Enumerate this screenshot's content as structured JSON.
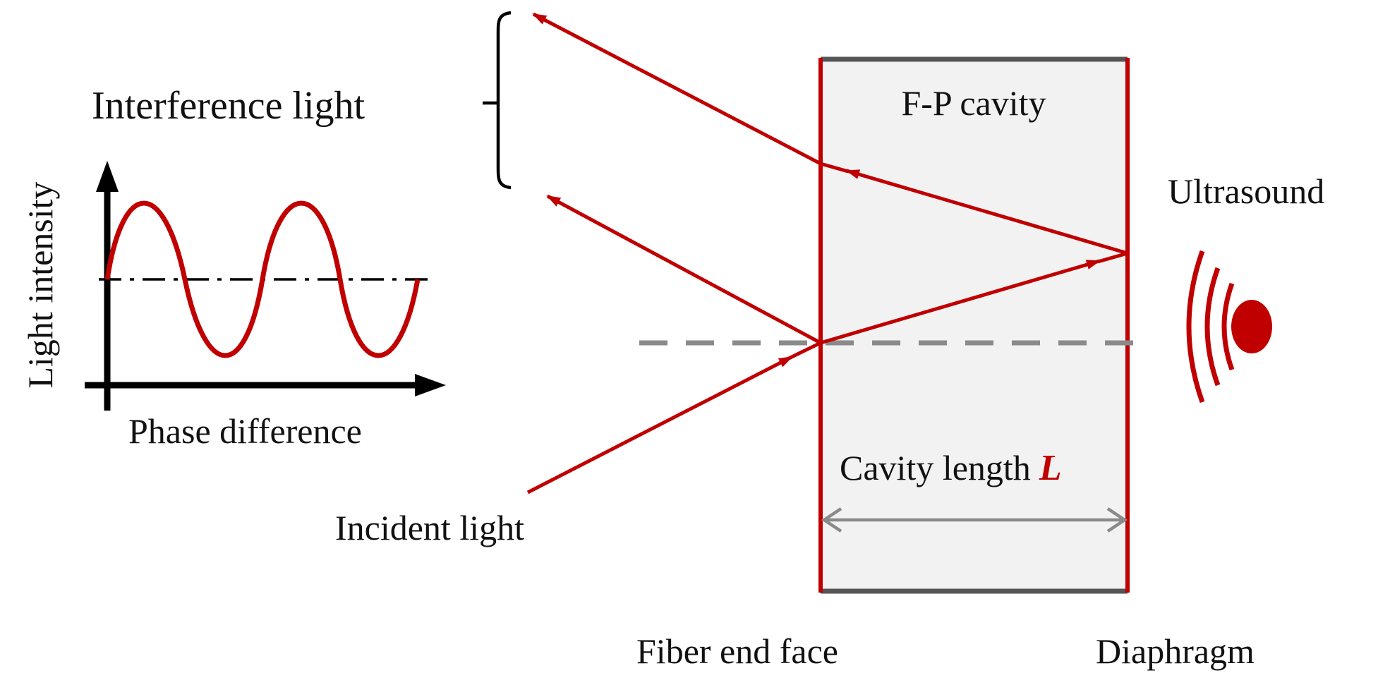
{
  "labels": {
    "interference_light": "Interference light",
    "light_intensity": "Light intensity",
    "phase_difference": "Phase difference",
    "fp_cavity": "F-P cavity",
    "ultrasound": "Ultrasound",
    "cavity_length": "Cavity length",
    "cavity_length_symbol": "L",
    "incident_light": "Incident light",
    "fiber_end_face": "Fiber end face",
    "diaphragm": "Diaphragm"
  },
  "colors": {
    "light_ray": "#c00000",
    "cavity_fill": "#f2f2f2",
    "cavity_border": "#555555",
    "axis_dashed": "#8a8a8a",
    "arrow_gray": "#8a8a8a",
    "text": "#111111"
  }
}
